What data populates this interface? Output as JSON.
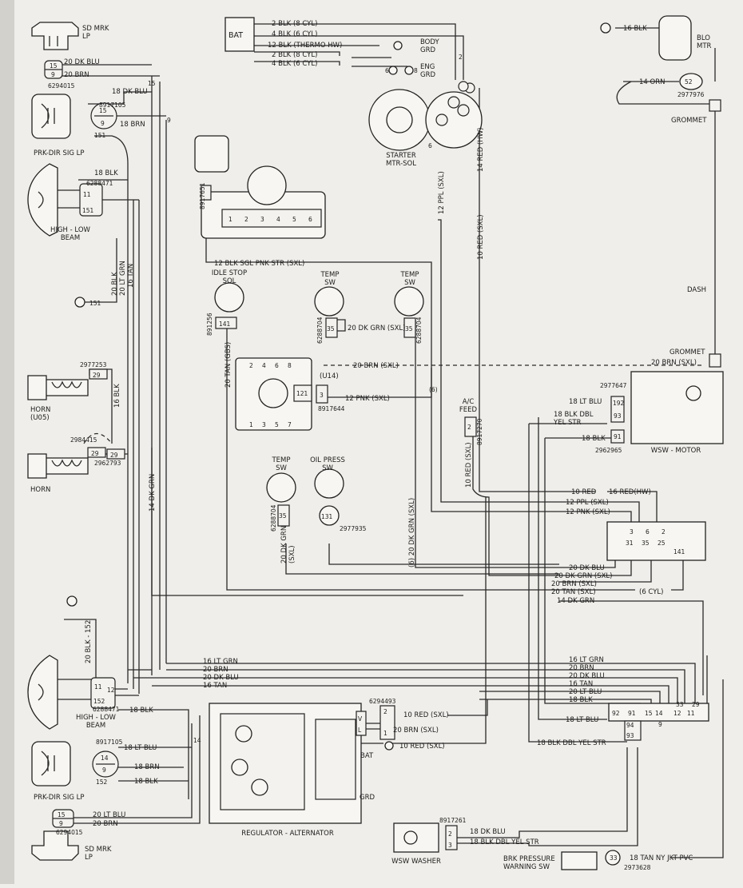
{
  "components": {
    "sd_mrk_lp_top": "SD MRK\nLP",
    "sd_mrk_lp_bottom": "SD MRK\nLP",
    "prk_dir_sig_lp_top": "PRK-DIR SIG LP",
    "prk_dir_sig_lp_bottom": "PRK-DIR SIG LP",
    "high_low_beam_top": "HIGH - LOW\nBEAM",
    "high_low_beam_bottom": "HIGH - LOW\nBEAM",
    "horn_u05": "HORN\n(U05)",
    "horn": "HORN",
    "bat": "BAT",
    "body_grd": "BODY\nGRD",
    "eng_grd": "ENG\nGRD",
    "starter": "STARTER\nMTR-SOL",
    "idle_stop_sol": "IDLE STOP\nSOL",
    "temp_sw_1": "TEMP\nSW",
    "temp_sw_2": "TEMP\nSW",
    "temp_sw_3": "TEMP\nSW",
    "oil_press_sw": "OIL PRESS\nSW",
    "ac_feed": "A/C\nFEED",
    "blo_mtr": "BLO\nMTR",
    "wsw_motor": "WSW - MOTOR",
    "regulator": "REGULATOR - ALTERNATOR",
    "wsw_washer": "WSW WASHER",
    "brk_press": "BRK PRESSURE\nWARNING SW",
    "grommet_1": "GROMMET",
    "grommet_2": "GROMMET",
    "dash": "DASH",
    "u14": "(U14)",
    "bat_term": "BAT",
    "grd_term": "GRD",
    "term_v": "V",
    "term_l": "L"
  },
  "connectors": {
    "c15_top": "15",
    "c9_top": "9",
    "c15_sig": "15",
    "c9_sig": "9",
    "c11_top": "11",
    "c151_top": "151",
    "c29_a": "29",
    "c29_b": "29",
    "c29_c": "29",
    "c141_idle": "141",
    "c35_t1": "35",
    "c35_t2": "35",
    "c121": "121",
    "c3_u14": "3",
    "c35_t3": "35",
    "c131": "131",
    "c2_ac": "2",
    "c52": "52",
    "c192": "192",
    "c93": "93",
    "c91": "91",
    "blk_3": "3",
    "blk_6": "6",
    "blk_2": "2",
    "blk_31": "31",
    "blk_35": "35",
    "blk_25": "25",
    "blk_141": "141",
    "c11_bot": "11",
    "c152_bot": "152",
    "c12_bot": "12",
    "c14_bot": "14",
    "c9_bot": "9",
    "c15_bot": "15",
    "c9_bot2": "9",
    "b92": "92",
    "b91": "91",
    "b15": "15",
    "b14": "14",
    "b12": "12",
    "b11": "11",
    "b33": "33",
    "b29": "29",
    "b94": "94",
    "b9": "9",
    "b93": "93",
    "c33_brk": "33",
    "w_2": "2",
    "w_3": "3",
    "reg_2": "2",
    "reg_1": "1",
    "dist_nums_top": [
      "2",
      "4",
      "6",
      "8"
    ],
    "dist_nums_bot": [
      "1",
      "3",
      "5",
      "7"
    ],
    "coil_nums": [
      "1",
      "2",
      "3",
      "4",
      "5",
      "6"
    ]
  },
  "part_numbers": {
    "p6294015_top": "6294015",
    "p8917105_top": "8917105",
    "p151_top": "151",
    "p6288471_top": "6288471",
    "p151_gnd": "151",
    "p2977253": "2977253",
    "p2984415": "2984415",
    "p2962793": "2962793",
    "p8917651": "8917651",
    "p891256": "891256",
    "p6288704_a": "6288704",
    "p6288704_b": "6288704",
    "p6288704_c": "6288704",
    "p8917644": "8917644",
    "p2977935": "2977935",
    "p8917270": "8917270",
    "p2977976": "2977976",
    "p2977647": "2977647",
    "p2962965": "2962965",
    "p6288471_bot": "6288471",
    "p8917105_bot": "8917105",
    "p152_bot": "152",
    "p6294015_bot": "6294015",
    "p6294493": "6294493",
    "p8917261": "8917261",
    "p2973628": "2973628",
    "p152_gnd": "152"
  },
  "wires": {
    "bat_1": "2 BLK (8 CYL)",
    "bat_2": "4 BLK (6 CYL)",
    "bat_3": "12 BLK (THERMO HW)",
    "bat_4": "2 BLK (8 CYL)",
    "bat_5": "4 BLK (6 CYL)",
    "w_2": "2",
    "w_6": "6",
    "w_8": "8",
    "w_6x": "6",
    "dk_blu_20_top": "20 DK BLU",
    "brn_20_top": "20 BRN",
    "dk_blu_18": "18 DK BLU",
    "brn_18_top": "18 BRN",
    "n15": "15",
    "n9": "9",
    "blk_18_top": "18 BLK",
    "blk_20_v": "20 BLK",
    "lt_grn_20_v": "20 LT GRN",
    "tan_16_v": "16 TAN",
    "blk_16_horn": "16 BLK",
    "dk_grn_14_v": "14 DK GRN",
    "ppl_12": "12 PPL (SXL)",
    "red_14_hw": "14 RED (HW)",
    "red_10_sxl": "10 RED (SXL)",
    "pnk_str_12": "12 BLK SGL PNK STR (SXL)",
    "tan_20_gbs": "20 TAN (GBS)",
    "dk_grn_20_sxl": "20 DK GRN (SXL)",
    "brn_20_sxl_top": "20 BRN (SXL)",
    "pnk_12": "12 PNK (SXL)",
    "six_paren": "(6)",
    "red_10_ac": "10 RED (SXL)",
    "dk_grn_20_temp3": "20 DK GRN\n(SXL)",
    "dk_grn_20_16": "(6) 20 DK GRN (SXL)",
    "blk_16_blo": "16 BLK",
    "orn_14": "14 ORN",
    "brn_20_sxl_r": "20 BRN (SXL)",
    "lt_blu_18_w": "18 LT BLU",
    "blk_dbl_18_w": "18 BLK DBL\nYEL STR",
    "blk_18_w": "18 BLK",
    "red_10_h": "10 RED",
    "red_16_hw": "16 RED(HW)",
    "ppl_12_h": "12 PPL (SXL)",
    "pnk_12_h": "12 PNK (SXL)",
    "dk_blu_20_h": "20 DK BLU",
    "dk_grn_20_h": "20 DK GRN (SXL)",
    "brn_20_h": "20 BRN (SXL)",
    "tan_20_h": "20 TAN (SXL)",
    "six_cyl": "(6 CYL)",
    "dk_grn_14_h": "14 DK GRN",
    "lt_grn_16_l": "16 LT GRN",
    "brn_20_l": "20 BRN",
    "dk_blu_20_l": "20 DK BLU",
    "tan_16_l": "16 TAN",
    "lt_grn_16_r": "16 LT GRN",
    "brn_20_r": "20 BRN",
    "dk_blu_20_r": "20 DK BLU",
    "tan_16_r": "16 TAN",
    "lt_blu_20_r": "20 LT BLU",
    "blk_18_r": "18 BLK",
    "lt_blu_18_r": "18 LT BLU",
    "blk_dbl_18_r": "18 BLK DBL YEL STR",
    "blk_18_bot1": "18 BLK",
    "lt_blu_18_bot": "18 LT BLU",
    "brn_18_bot": "18 BRN",
    "blk_18_bot2": "18 BLK",
    "n14_bot": "14",
    "blk_20_152": "20 BLK - 152",
    "lt_blu_20_bot": "20 LT BLU",
    "brn_20_bot": "20 BRN",
    "red_10_reg1": "10 RED (SXL)",
    "brn_20_reg": "20 BRN (SXL)",
    "red_10_reg2": "10 RED (SXL)",
    "dk_blu_18_wash": "18 DK BLU",
    "blk_dbl_18_wash": "18 BLK DBL YEL STR",
    "tan_18_jkt": "18 TAN NY JKT PVC"
  }
}
